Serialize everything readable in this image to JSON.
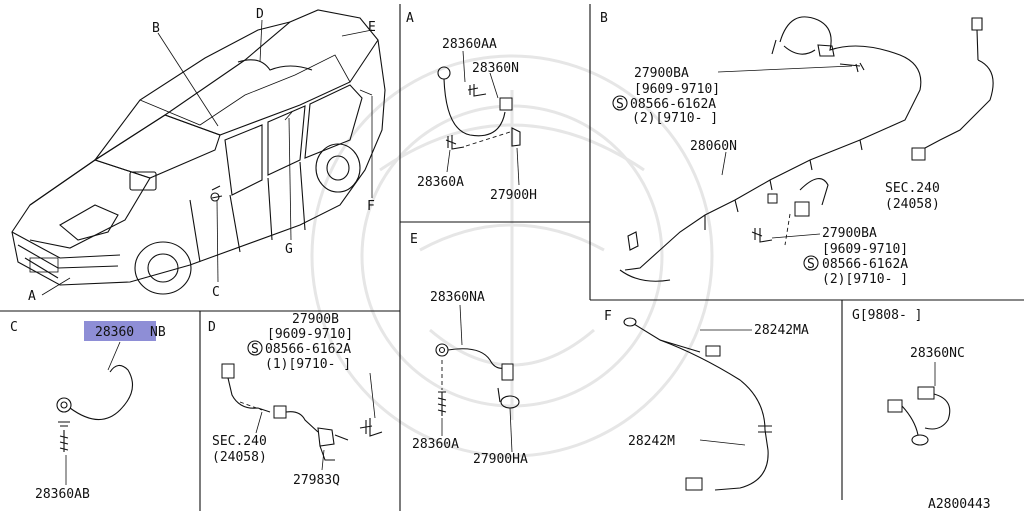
{
  "panels": {
    "A": "A",
    "B": "B",
    "C": "C",
    "D": "D",
    "E": "E",
    "F": "F",
    "G": "G[9808-     ]"
  },
  "car_callouts": [
    "A",
    "B",
    "C",
    "D",
    "E",
    "F",
    "G"
  ],
  "panelA": [
    "28360AA",
    "28360N",
    "28360A",
    "27900H"
  ],
  "panelB": [
    "27900BA",
    "[9609-9710]",
    "08566-6162A",
    "(2)[9710-     ]",
    "28060N",
    "SEC.240",
    "(24058)",
    "27900BA",
    "[9609-9710]",
    "08566-6162A",
    "(2)[9710-     ]"
  ],
  "panelC": {
    "selected_prefix": "28360",
    "selected_suffix": "NB",
    "bolt": "28360AB"
  },
  "panelD": [
    "27900B",
    "[9609-9710]",
    "08566-6162A",
    "(1)[9710-     ]",
    "SEC.240",
    "(24058)",
    "27983Q"
  ],
  "panelE": [
    "28360NA",
    "28360A",
    "27900HA"
  ],
  "panelF": [
    "28242MA",
    "28242M"
  ],
  "panelG": [
    "28360NC"
  ],
  "s_symbol": "S",
  "diagram_id": "A2800443"
}
